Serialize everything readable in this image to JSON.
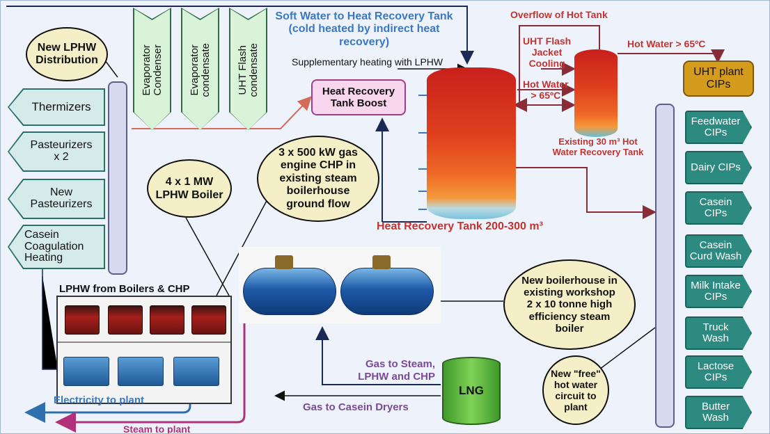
{
  "header": {
    "soft_water": "Soft Water to Heat Recovery Tank\n(cold heated by indirect heat\nrecovery)",
    "supplementary": "Supplementary heating with LPHW",
    "overflow": "Overflow of Hot Tank",
    "uht_flash_jacket": "UHT Flash\nJacket\nCooling",
    "hot_water_top": "Hot Water > 65ºC",
    "hot_water_mid": "Hot Water\n> 65ºC",
    "existing_tank": "Existing 30 m³ Hot\nWater Recovery Tank"
  },
  "hrt_boost": "Heat Recovery\nTank Boost",
  "uht_plant": "UHT plant\nCIPs",
  "tank_label": "Heat Recovery Tank 200-300 m³",
  "ovals": {
    "new_lphw": "New LPHW\nDistribution",
    "chp": "3 x 500 kW gas\nengine CHP in\nexisting steam\nboilerhouse\nground flow",
    "boiler_lphw": "4 x 1 MW\nLPHW Boiler",
    "new_boilerhouse": "New boilerhouse in\nexisting workshop\n2 x 10 tonne high\nefficiency steam\nboiler",
    "free_hot_water": "New \"free\"\nhot water\ncircuit to\nplant"
  },
  "chevrons": [
    "Evaporator\nCondenser",
    "Evaporator\ncondensate",
    "UHT Flash\ncondensate"
  ],
  "left_consumers": [
    "Thermizers",
    "Pasteurizers\nx 2",
    "New\nPasteurizers",
    "Casein\nCoagulation\nHeating"
  ],
  "right_cips": [
    "Feedwater\nCIPs",
    "Dairy CIPs",
    "Casein\nCIPs",
    "Casein\nCurd Wash",
    "Milk Intake\nCIPs",
    "Truck\nWash",
    "Lactose\nCIPs",
    "Butter\nWash"
  ],
  "panel_title": "LPHW from Boilers & CHP",
  "flows": {
    "electricity": "Electricity to plant",
    "steam": "Steam to plant",
    "gas_steam": "Gas to Steam,\nLPHW and CHP",
    "gas_casein": "Gas to Casein Dryers"
  },
  "lng": "LNG",
  "colors": {
    "consumer_fill": "#d5ebea",
    "cip_fill": "#2d8a80",
    "oval_fill": "#f5efc8",
    "boost_fill": "#f7d6ee",
    "uht_fill": "#d49b1c",
    "steam_line": "#b0307a",
    "electricity_line": "#2f6fae"
  }
}
